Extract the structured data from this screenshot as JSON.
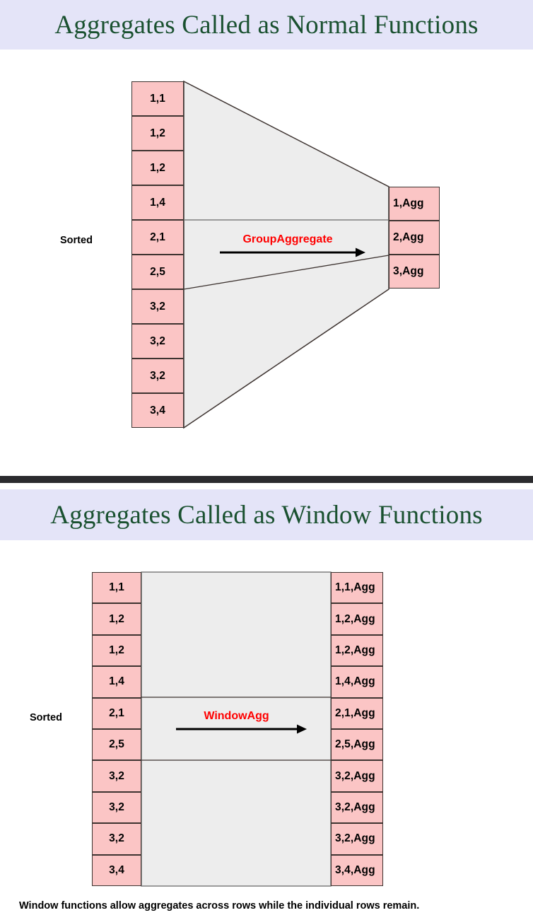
{
  "page": {
    "background": "#ffffff",
    "accent_pink": "#fbc5c5",
    "accent_gray": "#ededed",
    "accent_lavender": "#e4e4f8",
    "title_color": "#1a5130",
    "op_color": "#ff0000",
    "divider_color": "#2b2b2e"
  },
  "section_group": {
    "title": "Aggregates Called as Normal Functions",
    "sorted_label": "Sorted",
    "operation_label": "GroupAggregate",
    "input_rows": [
      "1,1",
      "1,2",
      "1,2",
      "1,4",
      "2,1",
      "2,5",
      "3,2",
      "3,2",
      "3,2",
      "3,4"
    ],
    "output_rows": [
      "1,Agg",
      "2,Agg",
      "3,Agg"
    ]
  },
  "section_window": {
    "title": "Aggregates Called as Window Functions",
    "sorted_label": "Sorted",
    "operation_label": "WindowAgg",
    "input_rows": [
      "1,1",
      "1,2",
      "1,2",
      "1,4",
      "2,1",
      "2,5",
      "3,2",
      "3,2",
      "3,2",
      "3,4"
    ],
    "output_rows": [
      "1,1,Agg",
      "1,2,Agg",
      "1,2,Agg",
      "1,4,Agg",
      "2,1,Agg",
      "2,5,Agg",
      "3,2,Agg",
      "3,2,Agg",
      "3,2,Agg",
      "3,4,Agg"
    ]
  },
  "footer": {
    "caption": "Window functions allow aggregates across rows while the individual rows remain."
  }
}
